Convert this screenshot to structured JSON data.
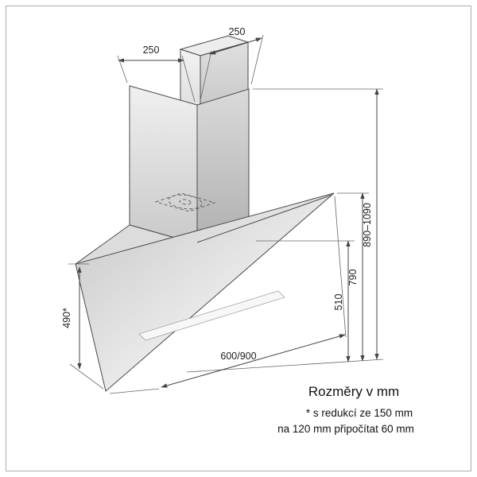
{
  "drawing": {
    "dims": {
      "top_left": "250",
      "top_right": "250",
      "right_inner": "510",
      "right_mid": "790",
      "right_outer": "890–1090",
      "left": "490*",
      "bottom": "600/900"
    },
    "legend": {
      "title": "Rozměry v mm",
      "note1": "* s redukcí ze 150 mm",
      "note2": "na 120 mm připočítat 60 mm"
    },
    "colors": {
      "line": "#4a4a4a",
      "dim_line": "#444444",
      "fill_light": "#efefef",
      "fill_mid": "#d6d6d6",
      "fill_dark": "#b5b5b5",
      "background": "#ffffff",
      "border": "#ababab"
    }
  }
}
